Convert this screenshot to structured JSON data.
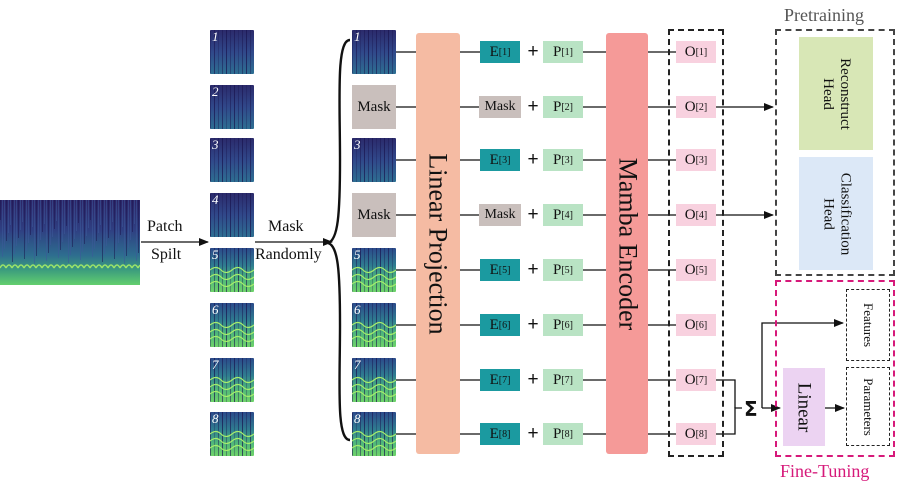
{
  "patch_numbers": [
    "1",
    "2",
    "3",
    "4",
    "5",
    "6",
    "7",
    "8"
  ],
  "labels": {
    "patch": "Patch",
    "split": "Spilt",
    "mask": "Mask",
    "randomly": "Randomly",
    "mask_token": "Mask",
    "linear_projection": "Linear Projection",
    "mamba_encoder": "Mamba Encoder",
    "pretraining": "Pretraining",
    "reconstruct_head": "Reconstruct Head",
    "classification_head": "Classification Head",
    "fine_tuning": "Fine-Tuning",
    "sigma": "Σ",
    "linear": "Linear",
    "features": "Features",
    "parameters": "Parameters"
  },
  "rows": [
    {
      "input": "patch",
      "patch": "1",
      "e": "E",
      "e_sub": "[1]",
      "p": "P",
      "p_sub": "[1]",
      "o": "O",
      "o_sub": "[1]"
    },
    {
      "input": "mask",
      "patch": "2",
      "e": "Mask",
      "e_sub": "",
      "p": "P",
      "p_sub": "[2]",
      "o": "O",
      "o_sub": "[2]"
    },
    {
      "input": "patch",
      "patch": "3",
      "e": "E",
      "e_sub": "[3]",
      "p": "P",
      "p_sub": "[3]",
      "o": "O",
      "o_sub": "[3]"
    },
    {
      "input": "mask",
      "patch": "4",
      "e": "Mask",
      "e_sub": "",
      "p": "P",
      "p_sub": "[4]",
      "o": "O",
      "o_sub": "[4]"
    },
    {
      "input": "patch",
      "patch": "5",
      "e": "E",
      "e_sub": "[5]",
      "p": "P",
      "p_sub": "[5]",
      "o": "O",
      "o_sub": "[5]"
    },
    {
      "input": "patch",
      "patch": "6",
      "e": "E",
      "e_sub": "[6]",
      "p": "P",
      "p_sub": "[6]",
      "o": "O",
      "o_sub": "[6]"
    },
    {
      "input": "patch",
      "patch": "7",
      "e": "E",
      "e_sub": "[7]",
      "p": "P",
      "p_sub": "[7]",
      "o": "O",
      "o_sub": "[7]"
    },
    {
      "input": "patch",
      "patch": "8",
      "e": "E",
      "e_sub": "[8]",
      "p": "P",
      "p_sub": "[8]",
      "o": "O",
      "o_sub": "[8]"
    }
  ],
  "colors": {
    "spectrogram_dark": "#2b1a5a",
    "spectrogram_mid": "#2a6b8e",
    "spectrogram_bright": "#5ecf72",
    "linear_projection": "#f5bba3",
    "mamba_encoder": "#f59a98",
    "embedding": "#1b9aa0",
    "mask_token": "#c9bfbc",
    "position": "#b9e3c4",
    "output": "#f8d1df",
    "reconstruct_head": "#d8e7b6",
    "classification_head": "#dce8f7",
    "linear_fine_tune": "#ecd3f2",
    "fine_tuning_border": "#d6197a"
  }
}
